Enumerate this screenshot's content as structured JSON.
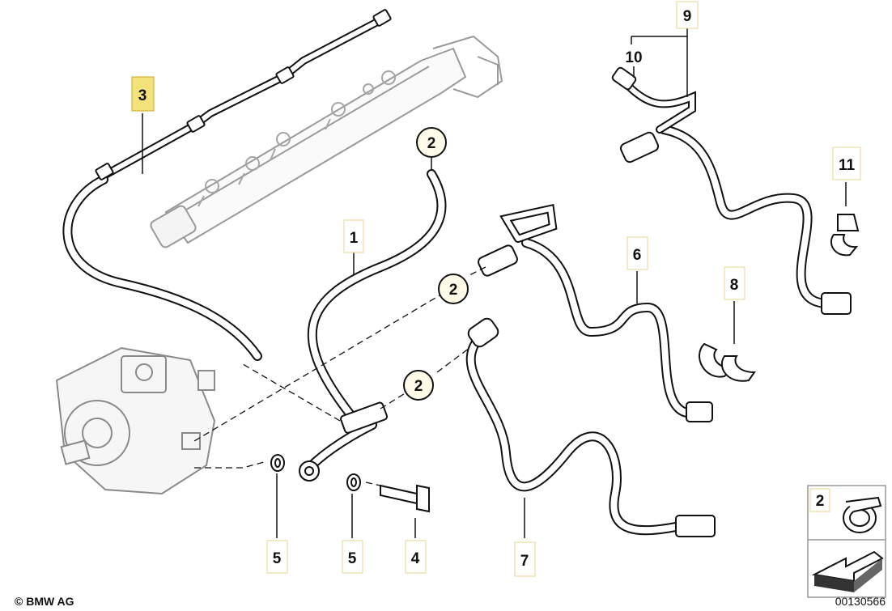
{
  "callouts": {
    "c1": "1",
    "c2a": "2",
    "c2b": "2",
    "c2c": "2",
    "c3": "3",
    "c4": "4",
    "c5a": "5",
    "c5b": "5",
    "c6": "6",
    "c7": "7",
    "c8": "8",
    "c9": "9",
    "c10": "10",
    "c11": "11"
  },
  "highlight_color": "#f4e27a",
  "legend": {
    "label": "2"
  },
  "footer": {
    "copyright": "© BMW AG",
    "image_number": "00130566"
  }
}
